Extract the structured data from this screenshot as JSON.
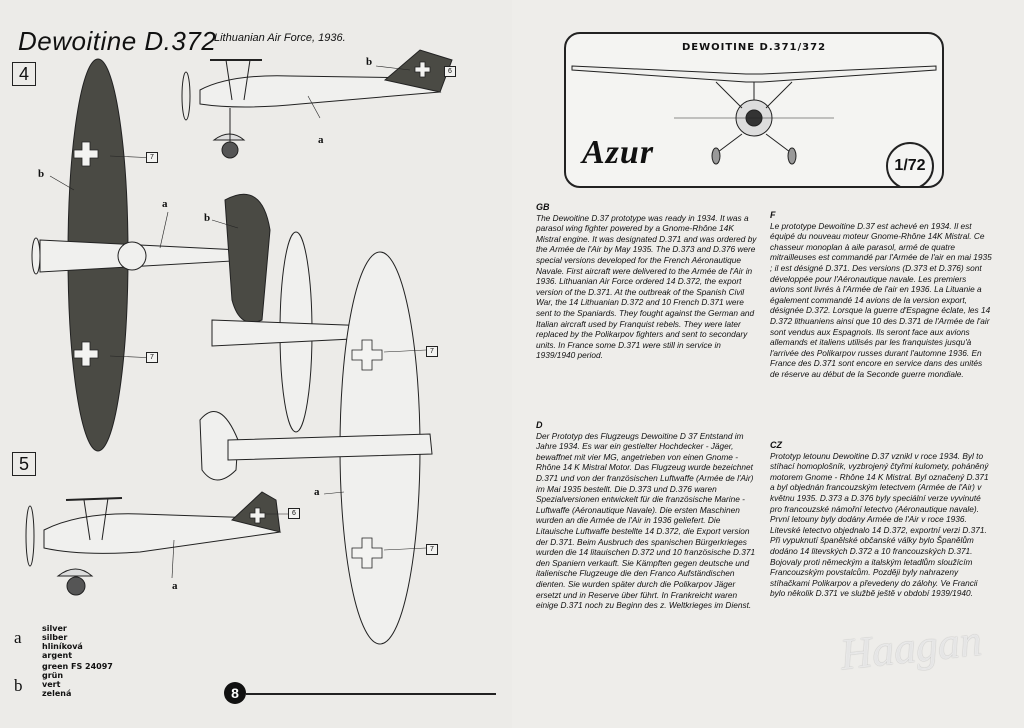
{
  "left_page": {
    "title": "Dewoitine D.372",
    "subtitle": "Lithuanian Air Force, 1936.",
    "step4": "4",
    "step5": "5",
    "label_a": "a",
    "label_b": "b",
    "callout_6": "6",
    "callout_7": "7",
    "legend": {
      "key_a": "a",
      "key_b": "b",
      "a_lines": [
        "silver",
        "silber",
        "hliníková",
        "argent"
      ],
      "b_lines": [
        "green FS 24097",
        "grün",
        "vert",
        "zelená"
      ]
    },
    "page_number": "8"
  },
  "right_page": {
    "box_title": "DEWOITINE D.371/372",
    "brand": "Azur",
    "scale": "1/72",
    "en_flag": "GB",
    "en_text": "The Dewoitine D.37 prototype was ready in 1934. It was a parasol wing fighter powered by a Gnome-Rhône 14K Mistral engine. It was designated D.371 and was ordered by the Armée de l'Air by May 1935. The D.373 and D.376 were special versions developed for the French Aéronautique Navale. First aircraft were delivered to the Armée de l'Air in 1936. Lithuanian Air Force ordered 14 D.372, the export version of the D.371. At the outbreak of the Spanish Civil War, the 14 Lithuanian D.372 and 10 French D.371 were sent to the Spaniards. They fought against the German and Italian aircraft used by Franquist rebels. They were later replaced by the Polikarpov fighters and sent to secondary units. In France some D.371 were still in service in 1939/1940 period.",
    "de_flag": "D",
    "de_text": "Der Prototyp des Flugzeugs Dewoitine D 37 Entstand im Jahre 1934. Es war ein gestielter Hochdecker - Jäger, bewaffnet mit vier MG, angetrieben von einen Gnome - Rhône 14 K Mistral Motor. Das Flugzeug wurde bezeichnet D.371 und von der französischen Luftwaffe (Armée de l'Air) im Mai 1935 bestellt. Die D.373 und D.376 waren Spezialversionen entwickelt für die französische Marine - Luftwaffe (Aéronautique Navale). Die ersten Maschinen wurden an die Armée de l'Air in 1936 geliefert. Die Litauische Luftwaffe bestellte 14 D.372, die Export version der D.371. Beim Ausbruch des spanischen Bürgerkrieges wurden die 14 litauischen D.372 und 10 französische D.371 den Spaniern verkauft. Sie Kämpften gegen deutsche und italienische Flugzeuge die den Franco Aufständischen dienten. Sie wurden später durch die Polikarpov Jäger ersetzt und in Reserve über führt. In Frankreicht waren einige D.371 noch zu Beginn des z. Weltkrieges im Dienst.",
    "fr_flag": "F",
    "fr_text": "Le prototype Dewoitine D.37 est achevé en 1934. Il est équipé du nouveau moteur Gnome-Rhône 14K Mistral. Ce chasseur monoplan à aile parasol, armé de quatre mitrailleuses est commandé par l'Armée de l'air en mai 1935 ; il est désigné D.371. Des versions (D.373 et D.376) sont développée pour l'Aéronautique navale. Les premiers avions sont livrés à l'Armée de l'air en 1936. La Lituanie a également commandé 14 avions de la version export, désignée D.372. Lorsque la guerre d'Espagne éclate, les 14 D.372 lithuaniens ainsi que 10 des D.371 de l'Armée de l'air sont vendus aux Espagnols. Ils seront face aux avions allemands et italiens utilisés par les franquistes jusqu'à l'arrivée des Polikarpov russes durant l'automne 1936. En France des D.371 sont encore en service dans des unités de réserve au début de la Seconde guerre mondiale.",
    "cz_flag": "CZ",
    "cz_text": "Prototyp letounu Dewoitine D.37 vznikl v roce 1934. Byl to stíhací homoplošník, vyzbrojený čtyřmi kulomety, poháněný motorem Gnome - Rhône 14 K Mistral. Byl označený D.371 a byl objednán francouzským letectvem (Armée de l'Air) v květnu 1935. D.373 a D.376 byly speciální verze vyvinuté pro francouzské námořní letectvo (Aéronautique navale). První letouny byly dodány Armée de l'Air v roce 1936. Litevské letectvo objednalo 14 D.372, exportní verzi D.371. Při vypuknutí španělské občanské války bylo Španělům dodáno 14 litevských D.372 a 10 francouzských D.371. Bojovaly proti německým a italským letadlům sloužícím Francouzským povstalcům. Později byly nahrazeny stíhačkami Polikarpov a převedeny do zálohy. Ve Francii bylo několik D.371 ve službě ještě v období 1939/1940.",
    "watermark": "Haagan"
  },
  "colors": {
    "paper": "#ecebe8",
    "ink": "#111111",
    "green_fs24097": "#4a4a44"
  }
}
